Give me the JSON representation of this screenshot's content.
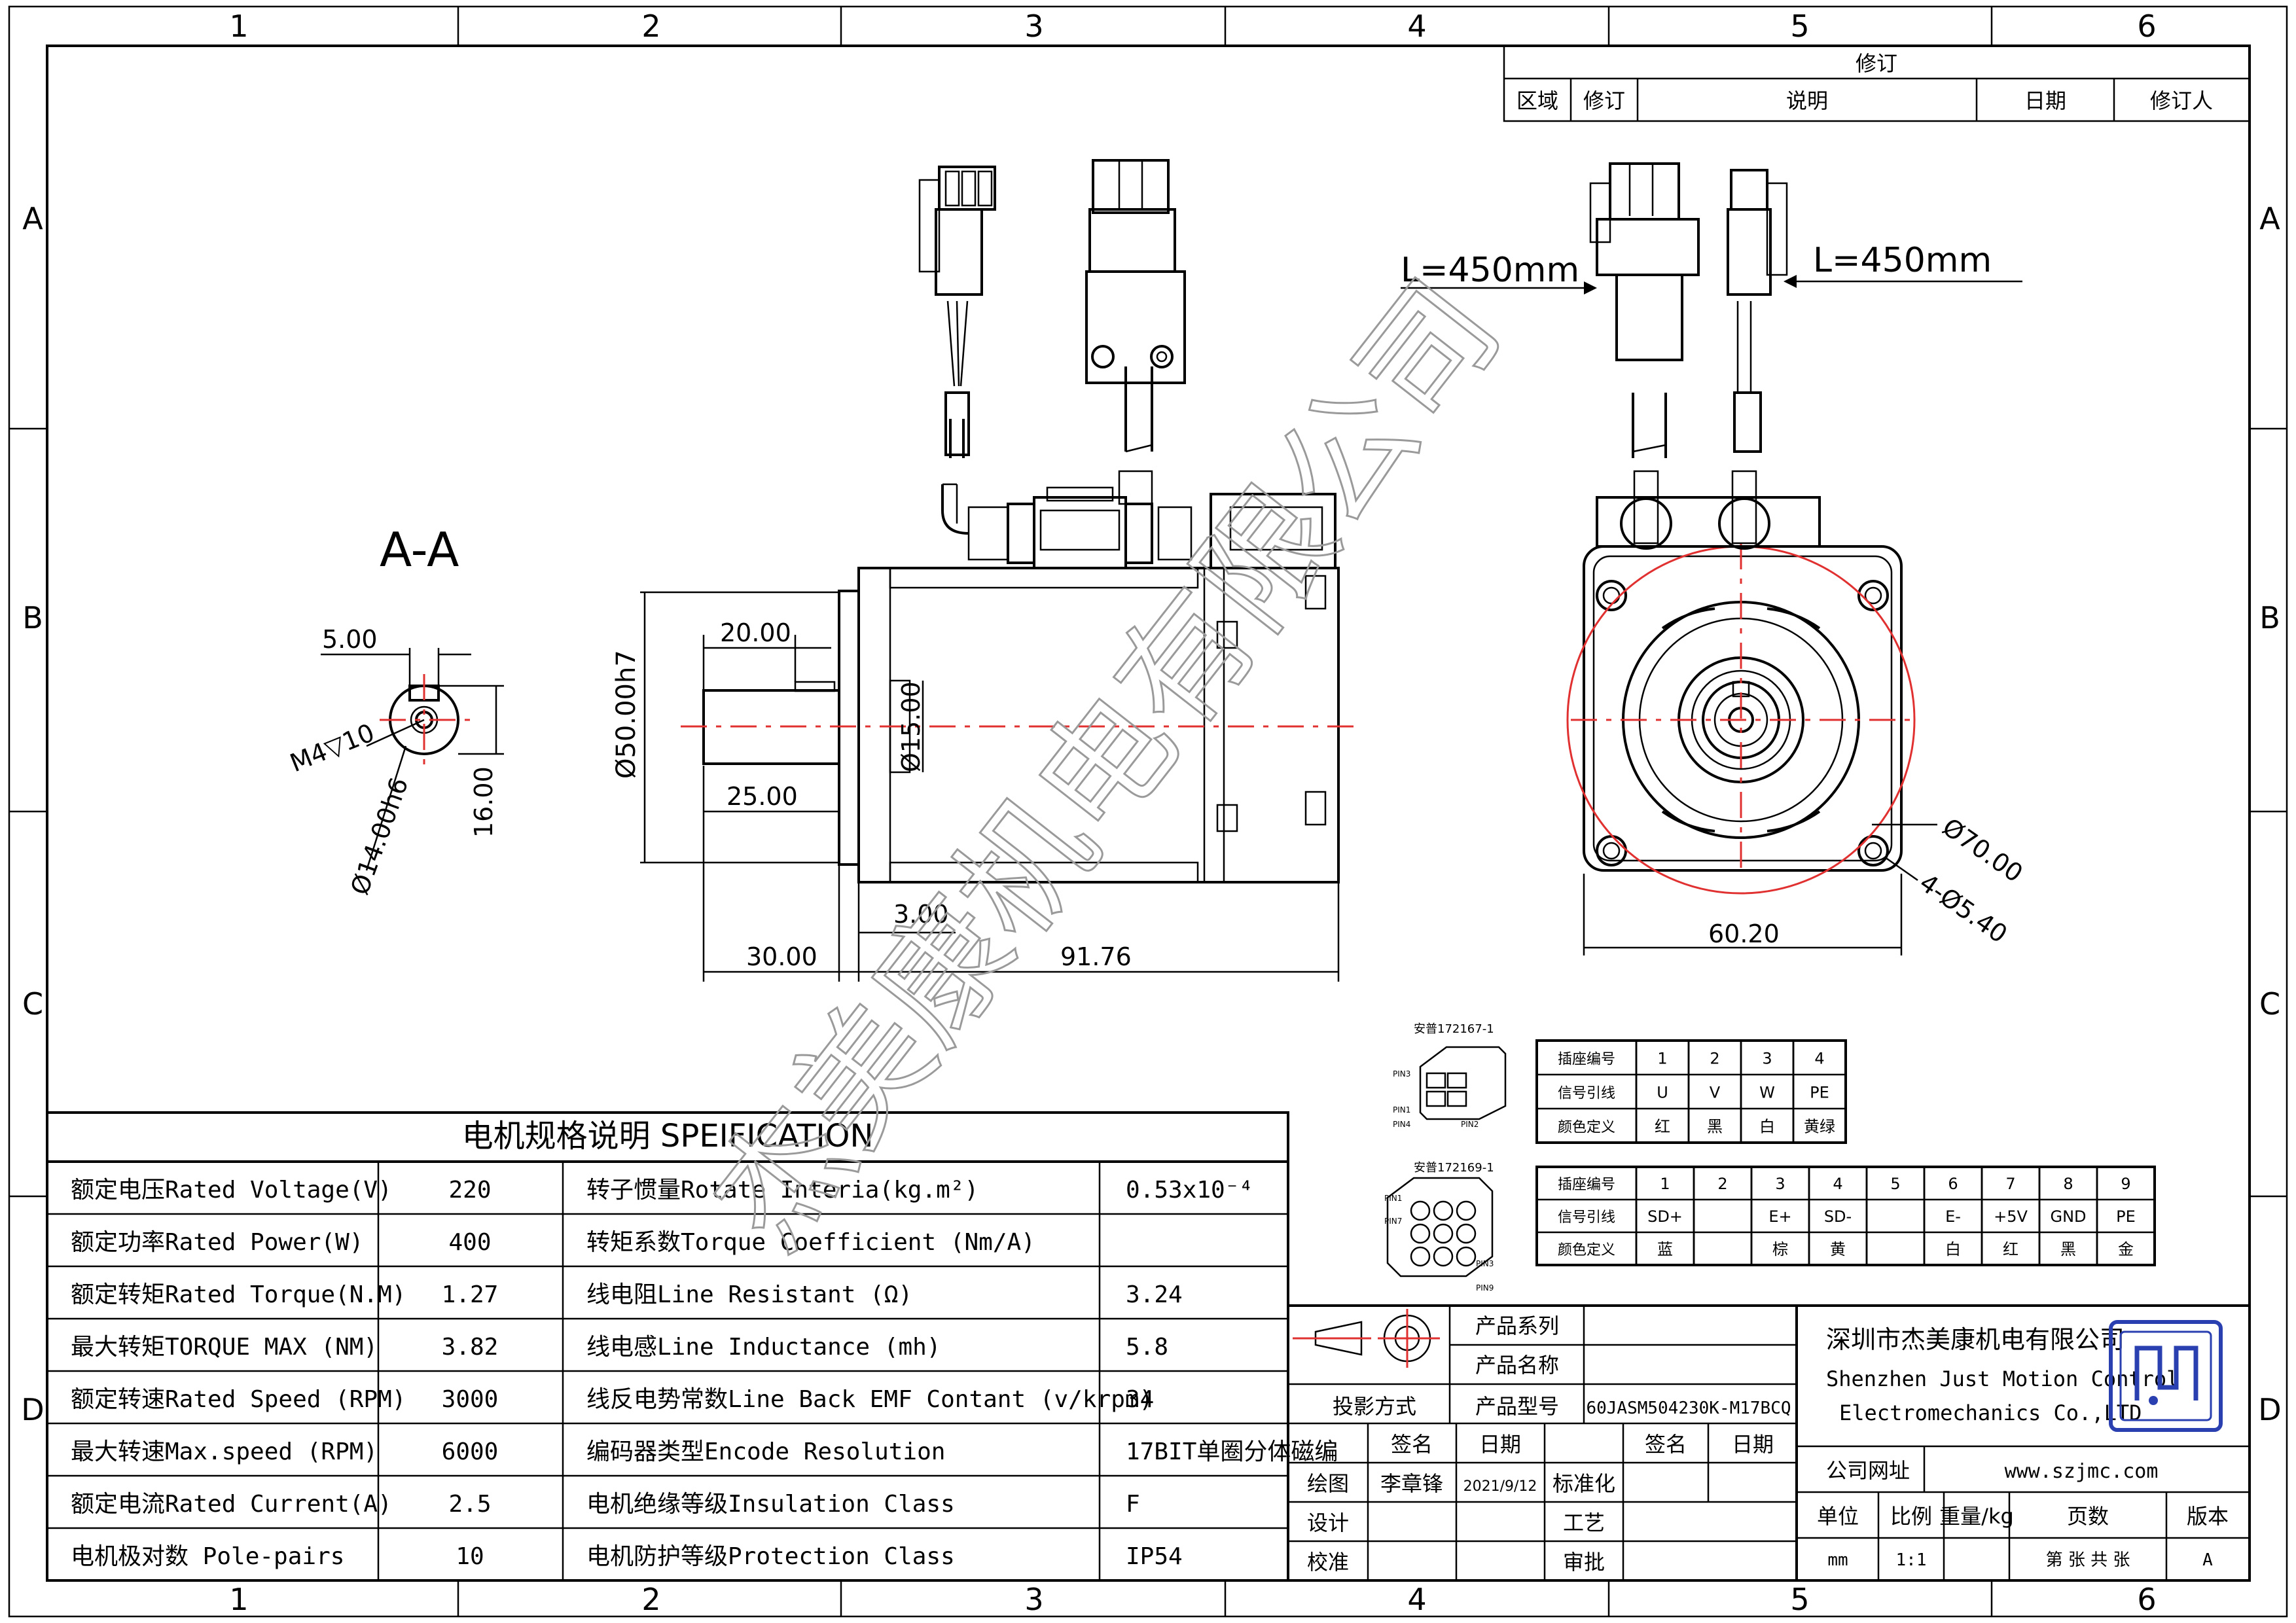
{
  "frame": {
    "columns": [
      "1",
      "2",
      "3",
      "4",
      "5",
      "6"
    ],
    "rows": [
      "A",
      "B",
      "C",
      "D"
    ]
  },
  "revision_block": {
    "title": "修订",
    "headers": [
      "区域",
      "修订",
      "说明",
      "日期",
      "修订人"
    ]
  },
  "watermark": "杰美康机电有限公司",
  "section": {
    "label": "A-A",
    "dims": [
      "5.00",
      "M4▽10",
      "Ø14.00h6",
      "16.00"
    ]
  },
  "side_view": {
    "dims": [
      "20.00",
      "Ø50.00h7",
      "Ø15.00",
      "25.00",
      "3.00",
      "30.00",
      "91.76"
    ]
  },
  "front_view": {
    "left_cable": "L=450mm",
    "right_cable": "L=450mm",
    "dims": [
      "Ø70.00",
      "4-Ø5.40",
      "60.20"
    ]
  },
  "connector1": {
    "label": "安普172167-1",
    "pins": [
      "PIN3",
      "PIN1",
      "PIN4",
      "PIN2"
    ],
    "rows": [
      [
        "插座编号",
        "1",
        "2",
        "3",
        "4"
      ],
      [
        "信号引线",
        "U",
        "V",
        "W",
        "PE"
      ],
      [
        "颜色定义",
        "红",
        "黑",
        "白",
        "黄绿"
      ]
    ]
  },
  "connector2": {
    "label": "安普172169-1",
    "pins": [
      "PIN1",
      "PIN7",
      "PIN3",
      "PIN9"
    ],
    "rows": [
      [
        "插座编号",
        "1",
        "2",
        "3",
        "4",
        "5",
        "6",
        "7",
        "8",
        "9"
      ],
      [
        "信号引线",
        "SD+",
        "",
        "E+",
        "SD-",
        "",
        "E-",
        "+5V",
        "GND",
        "PE"
      ],
      [
        "颜色定义",
        "蓝",
        "",
        "棕",
        "黄",
        "",
        "白",
        "红",
        "黑",
        "金"
      ]
    ]
  },
  "spec": {
    "title": "电机规格说明 SPEIFICATION",
    "rows": [
      [
        "额定电压Rated Voltage(V)",
        "220",
        "转子惯量Rotate Interia(kg.m²)",
        "0.53x10⁻⁴"
      ],
      [
        "额定功率Rated Power(W)",
        "400",
        "转矩系数Torque Coefficient (Nm/A)",
        ""
      ],
      [
        "额定转矩Rated Torque(N.M)",
        "1.27",
        "线电阻Line Resistant (Ω)",
        "3.24"
      ],
      [
        "最大转矩TORQUE MAX (NM)",
        "3.82",
        "线电感Line Inductance (mh)",
        "5.8"
      ],
      [
        "额定转速Rated Speed (RPM)",
        "3000",
        "线反电势常数Line Back EMF Contant (v/krpm)",
        "34"
      ],
      [
        "最大转速Max.speed (RPM)",
        "6000",
        "编码器类型Encode Resolution",
        "17BIT单圈分体磁编"
      ],
      [
        "额定电流Rated Current(A)",
        "2.5",
        "电机绝缘等级Insulation Class",
        "F"
      ],
      [
        "电机极对数 Pole-pairs",
        "10",
        "电机防护等级Protection Class",
        "IP54"
      ]
    ]
  },
  "title_block": {
    "product_series": "产品系列",
    "product_name": "产品名称",
    "projection": "投影方式",
    "product_model_label": "产品型号",
    "product_model": "60JASM504230K-M17BCQ",
    "sign": "签名",
    "date": "日期",
    "draw": "绘图",
    "drawer": "李章锋",
    "draw_date": "2021/9/12",
    "standard": "标准化",
    "design": "设计",
    "process": "工艺",
    "check": "校准",
    "approve": "审批",
    "company_cn": "深圳市杰美康机电有限公司",
    "company_en1": "Shenzhen Just Motion Control",
    "company_en2": "Electromechanics Co.,LTD",
    "website_label": "公司网址",
    "website": "www.szjmc.com",
    "unit": "单位",
    "scale": "比例",
    "weight": "重量/kg",
    "pages": "页数",
    "version": "版本",
    "unit_val": "mm",
    "scale_val": "1:1",
    "pages_val": "第 张 共 张",
    "version_val": "A"
  }
}
